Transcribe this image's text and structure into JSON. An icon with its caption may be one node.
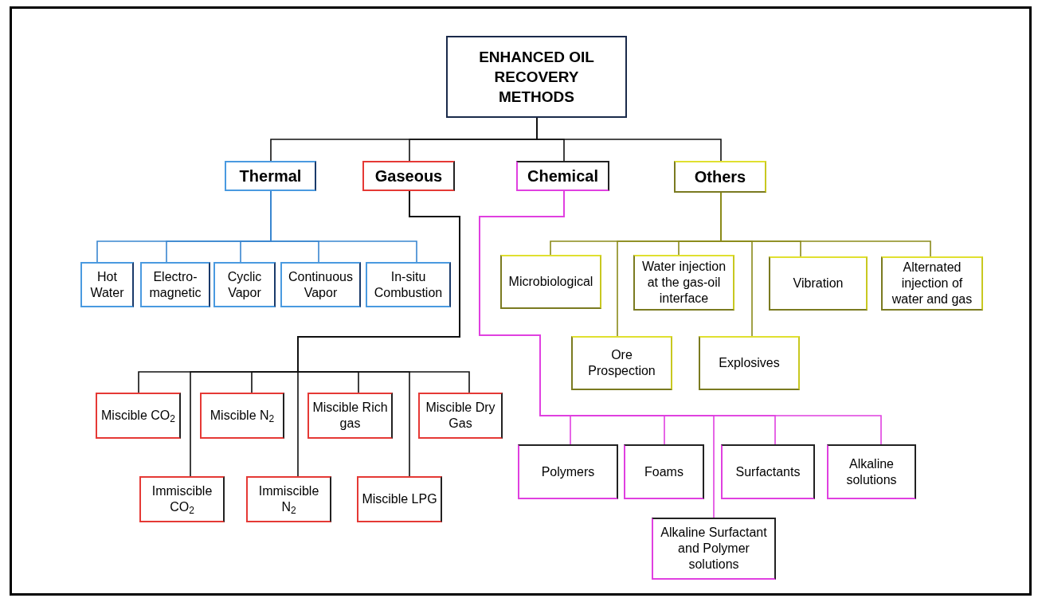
{
  "diagram": {
    "nodes": [
      {
        "text": [
          "ENHANCED OIL RECOVERY METHODS"
        ]
      },
      {
        "text": [
          "Thermal"
        ]
      },
      {
        "text": [
          "Gaseous"
        ]
      },
      {
        "text": [
          "Chemical"
        ]
      },
      {
        "text": [
          "Others"
        ]
      },
      {
        "text": [
          "Hot Water"
        ]
      },
      {
        "text": [
          "Electro-magnetic"
        ]
      },
      {
        "text": [
          "Cyclic Vapor"
        ]
      },
      {
        "text": [
          "Continuous Vapor"
        ]
      },
      {
        "text": [
          "In-situ Combustion"
        ]
      },
      {
        "text": [
          "Microbiological"
        ]
      },
      {
        "text": [
          "Water injection at the gas-oil interface"
        ]
      },
      {
        "text": [
          "Vibration"
        ]
      },
      {
        "text": [
          "Alternated injection of water and gas"
        ]
      },
      {
        "text": [
          "Ore Prospection"
        ]
      },
      {
        "text": [
          "Explosives"
        ]
      },
      {
        "text": [
          "Miscible CO$_{2}$"
        ]
      },
      {
        "text": [
          "Miscible N$_{2}$"
        ]
      },
      {
        "text": [
          "Miscible Rich gas"
        ]
      },
      {
        "text": [
          "Miscible Dry Gas"
        ]
      },
      {
        "text": [
          "Immiscible CO$_{2}$"
        ]
      },
      {
        "text": [
          "Immiscible N$_{2}$"
        ]
      },
      {
        "text": [
          "Miscible LPG"
        ]
      },
      {
        "text": [
          "Polymers"
        ]
      },
      {
        "text": [
          "Foams"
        ]
      },
      {
        "text": [
          "Surfactants"
        ]
      },
      {
        "text": [
          "Alkaline solutions"
        ]
      },
      {
        "text": [
          "Alkaline Surfactant and Polymer solutions"
        ]
      }
    ],
    "edges": [
      {
        "from": 0,
        "to": 1,
        "arrow": "none"
      },
      {
        "from": 0,
        "to": 2,
        "arrow": "none"
      },
      {
        "from": 0,
        "to": 3,
        "arrow": "none"
      },
      {
        "from": 0,
        "to": 4,
        "arrow": "none"
      },
      {
        "from": 1,
        "to": 5,
        "arrow": "none",
        "color": "#3a86d0"
      },
      {
        "from": 1,
        "to": 6,
        "arrow": "none",
        "color": "#3a86d0"
      },
      {
        "from": 1,
        "to": 7,
        "arrow": "none",
        "color": "#3a86d0"
      },
      {
        "from": 1,
        "to": 8,
        "arrow": "none",
        "color": "#3a86d0"
      },
      {
        "from": 1,
        "to": 9,
        "arrow": "none",
        "color": "#3a86d0"
      },
      {
        "from": 4,
        "to": 10,
        "arrow": "none",
        "color": "#8a8a1a"
      },
      {
        "from": 4,
        "to": 14,
        "arrow": "none",
        "color": "#8a8a1a"
      },
      {
        "from": 4,
        "to": 11,
        "arrow": "none",
        "color": "#8a8a1a"
      },
      {
        "from": 4,
        "to": 15,
        "arrow": "none",
        "color": "#8a8a1a"
      },
      {
        "from": 4,
        "to": 12,
        "arrow": "none",
        "color": "#8a8a1a"
      },
      {
        "from": 4,
        "to": 13,
        "arrow": "none",
        "color": "#8a8a1a"
      },
      {
        "from": 2,
        "to": 16,
        "arrow": "none"
      },
      {
        "from": 2,
        "to": 20,
        "arrow": "none"
      },
      {
        "from": 2,
        "to": 17,
        "arrow": "none"
      },
      {
        "from": 2,
        "to": 21,
        "arrow": "none"
      },
      {
        "from": 2,
        "to": 18,
        "arrow": "none"
      },
      {
        "from": 2,
        "to": 22,
        "arrow": "none"
      },
      {
        "from": 2,
        "to": 19,
        "arrow": "none"
      },
      {
        "from": 3,
        "to": 23,
        "arrow": "none",
        "color": "#e040e0"
      },
      {
        "from": 3,
        "to": 24,
        "arrow": "none",
        "color": "#e040e0"
      },
      {
        "from": 3,
        "to": 27,
        "arrow": "none",
        "color": "#e040e0"
      },
      {
        "from": 3,
        "to": 25,
        "arrow": "none",
        "color": "#e040e0"
      },
      {
        "from": 3,
        "to": 26,
        "arrow": "none",
        "color": "#e040e0"
      }
    ]
  }
}
